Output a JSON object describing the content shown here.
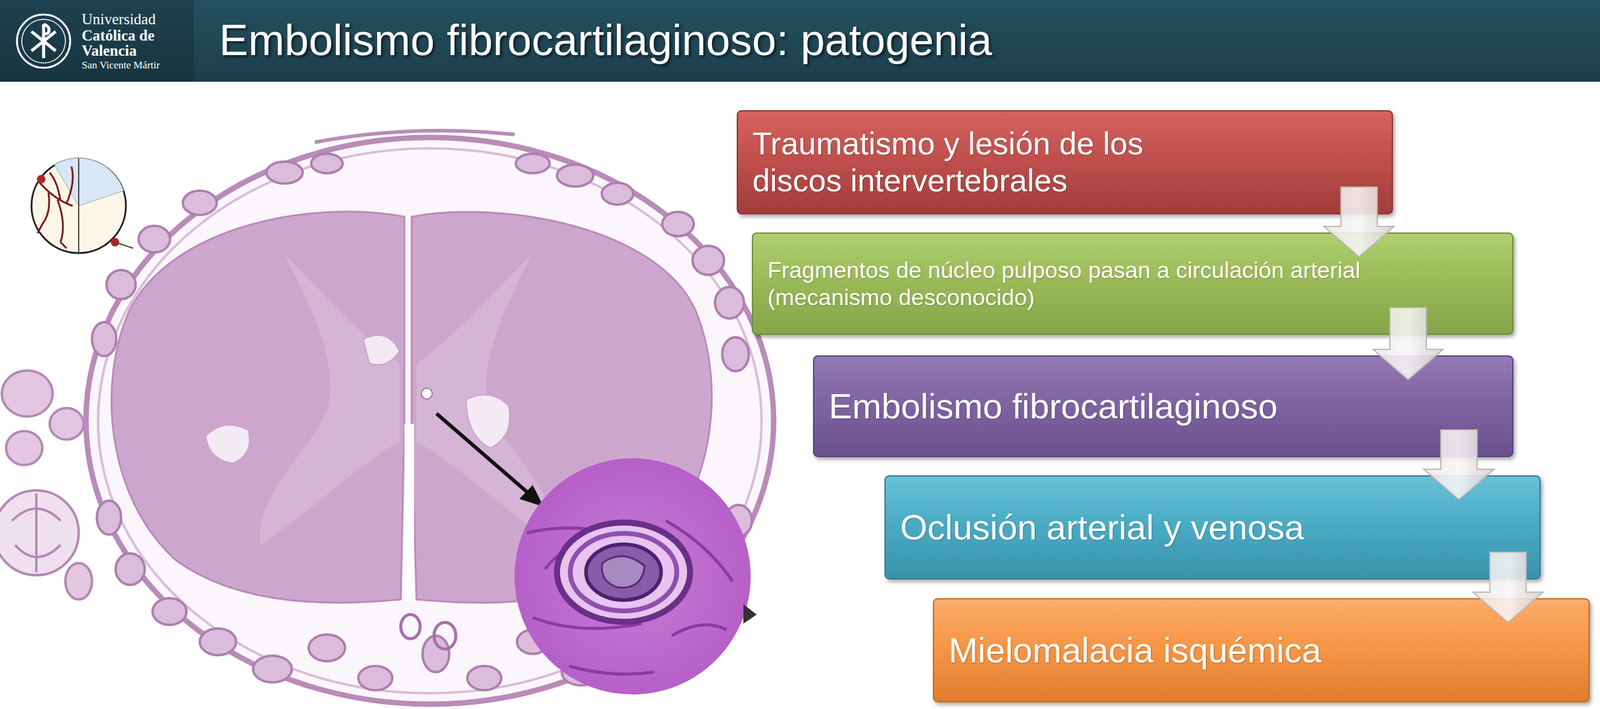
{
  "diagram": {
    "title": "Embolismo fibrocartilaginoso: patogenia",
    "nodes": [
      {
        "text": [
          "Traumatismo y lesión de los discos intervertebrales"
        ]
      },
      {
        "text": [
          "Fragmentos de núcleo pulposo pasan a circulación arterial (mecanismo desconocido)"
        ]
      },
      {
        "text": [
          "Embolismo fibrocartilaginoso"
        ]
      },
      {
        "text": [
          "Oclusión arterial y venosa"
        ]
      },
      {
        "text": [
          "Mielomalacia isquémica"
        ]
      }
    ],
    "edges": [
      {
        "from": 0,
        "to": 1,
        "arrow": "to"
      },
      {
        "from": 1,
        "to": 2,
        "arrow": "to"
      },
      {
        "from": 2,
        "to": 3,
        "arrow": "to"
      },
      {
        "from": 3,
        "to": 4,
        "arrow": "to"
      }
    ],
    "labels": [
      "Universidad",
      "Católica de",
      "Valencia",
      "San Vicente Mártir"
    ]
  }
}
